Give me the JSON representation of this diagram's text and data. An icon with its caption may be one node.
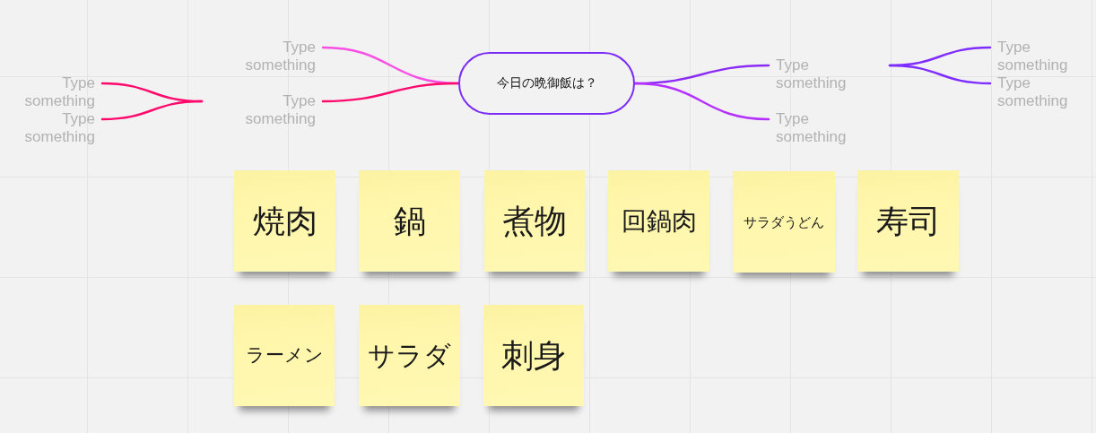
{
  "diagram": {
    "nodes": [
      {
        "text": [
          "今日の晩御飯は？"
        ]
      },
      {
        "text": [
          "Type something"
        ]
      },
      {
        "text": [
          "Type something"
        ]
      },
      {
        "text": [
          "Type something"
        ]
      },
      {
        "text": [
          "Type something"
        ]
      },
      {
        "text": [
          "Type something"
        ]
      },
      {
        "text": [
          "Type something"
        ]
      },
      {
        "text": [
          "Type something"
        ]
      },
      {
        "text": [
          "Type something"
        ]
      },
      {
        "text": [
          "焼肉"
        ]
      },
      {
        "text": [
          "鍋"
        ]
      },
      {
        "text": [
          "煮物"
        ]
      },
      {
        "text": [
          "回鍋肉"
        ]
      },
      {
        "text": [
          "サラダうどん"
        ]
      },
      {
        "text": [
          "寿司"
        ]
      },
      {
        "text": [
          "ラーメン"
        ]
      },
      {
        "text": [
          "サラダ"
        ]
      },
      {
        "text": [
          "刺身"
        ]
      }
    ],
    "edges": [
      {
        "from": 0,
        "to": 1,
        "arrow": "none",
        "color": "#f750e4"
      },
      {
        "from": 0,
        "to": 2,
        "arrow": "none",
        "color": "#ff0a6c"
      },
      {
        "from": null,
        "to": 3,
        "arrow": "none",
        "color": "#ff0a6c"
      },
      {
        "from": null,
        "to": 4,
        "arrow": "none",
        "color": "#ff0a6c"
      },
      {
        "from": 0,
        "to": 5,
        "arrow": "none",
        "color": "#8b2cf5"
      },
      {
        "from": 0,
        "to": 6,
        "arrow": "none",
        "color": "#b431ff"
      },
      {
        "from": null,
        "to": 7,
        "arrow": "none",
        "color": "#7f2cff"
      },
      {
        "from": null,
        "to": 8,
        "arrow": "none",
        "color": "#7f2cff"
      }
    ]
  }
}
